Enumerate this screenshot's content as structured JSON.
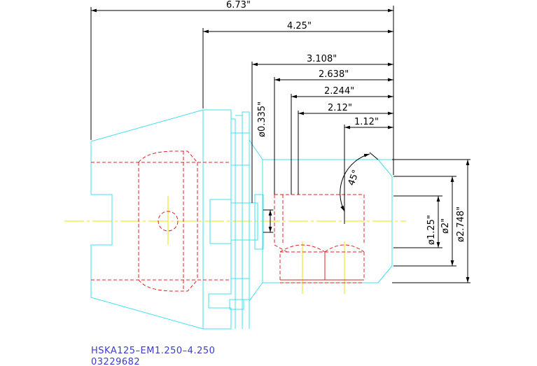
{
  "dimensions": {
    "overall_length": "6.73\"",
    "gauge_length": "4.25\"",
    "len_3108": "3.108\"",
    "len_2638": "2.638\"",
    "len_2244": "2.244\"",
    "len_212": "2.12\"",
    "len_112": "1.12\"",
    "dia_0335": "ø0.335\"",
    "angle": "45°",
    "dia_125": "ø1.25\"",
    "dia_2": "ø2\"",
    "dia_2748": "ø2.748\""
  },
  "title_block": {
    "part_name": "HSKA125–EM1.250–4.250",
    "part_number": "03229682"
  },
  "colors": {
    "outline": "#40e0f0",
    "hidden": "#e02020",
    "centerline": "#f0e000",
    "dimension": "#000000",
    "title": "#3a3ad0"
  }
}
